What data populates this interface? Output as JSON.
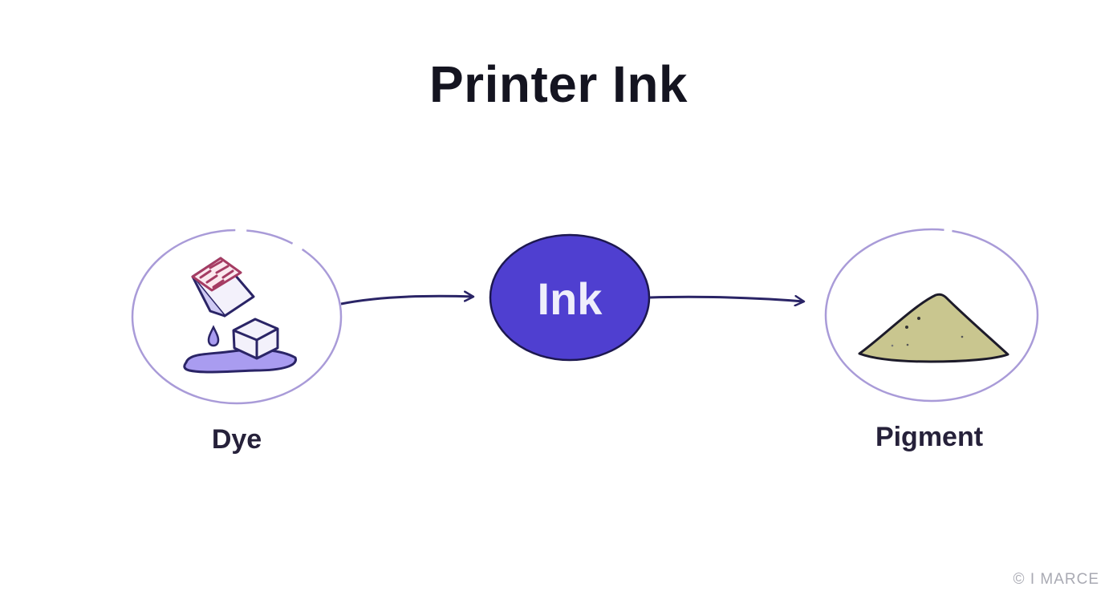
{
  "title": "Printer Ink",
  "center_node": {
    "label": "Ink",
    "fill": "#4f3fd0"
  },
  "left_node": {
    "label": "Dye",
    "icon": "dye-cubes-icon"
  },
  "right_node": {
    "label": "Pigment",
    "icon": "powder-pile-icon"
  },
  "edges": [
    {
      "from": "Ink",
      "to": "Dye"
    },
    {
      "from": "Ink",
      "to": "Pigment"
    }
  ],
  "colors": {
    "accent": "#4f3fd0",
    "circle_outline": "#a99bd8",
    "arrow": "#2a2466",
    "pigment_fill": "#c9c68f",
    "dye_pool": "#a99cf0",
    "cube_top": "#b04a6e"
  },
  "watermark": "© I MARCE"
}
